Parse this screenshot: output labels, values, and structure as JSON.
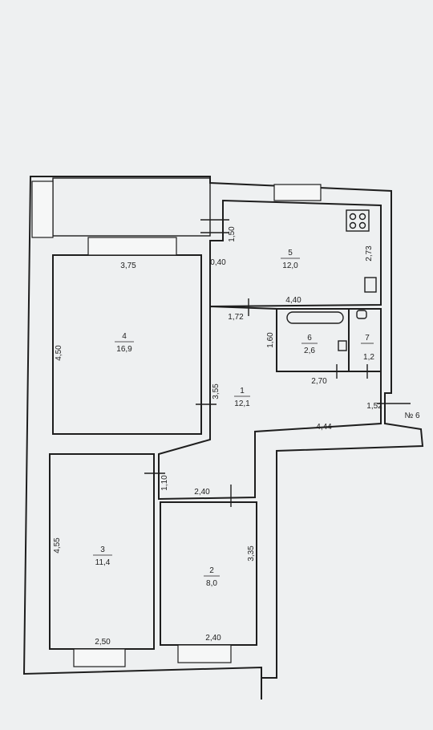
{
  "rooms": [
    {
      "number": "1",
      "area": "12,1"
    },
    {
      "number": "2",
      "area": "8,0"
    },
    {
      "number": "3",
      "area": "11,4"
    },
    {
      "number": "4",
      "area": "16,9"
    },
    {
      "number": "5",
      "area": "12,0"
    },
    {
      "number": "6",
      "area": "2,6"
    },
    {
      "number": "7",
      "area": "1,2"
    }
  ],
  "dimensions": {
    "room4_top": "3,75",
    "room4_left": "4,50",
    "kitchen_door_height": "1,50",
    "kitchen_gap": "0,40",
    "kitchen_right": "2,73",
    "kitchen_bottom": "4,40",
    "hall_top": "1,72",
    "bath_left": "1,60",
    "bath_bottom": "2,70",
    "hall_right_gap": "1,52",
    "hall_height": "3,55",
    "hall_bottom": "4,44",
    "corridor_height": "1,10",
    "corridor_width": "2,40",
    "room2_right": "3,35",
    "room2_bottom": "2,40",
    "room3_left": "4,55",
    "room3_bottom": "2,50"
  },
  "entrance_label": "№ 6"
}
